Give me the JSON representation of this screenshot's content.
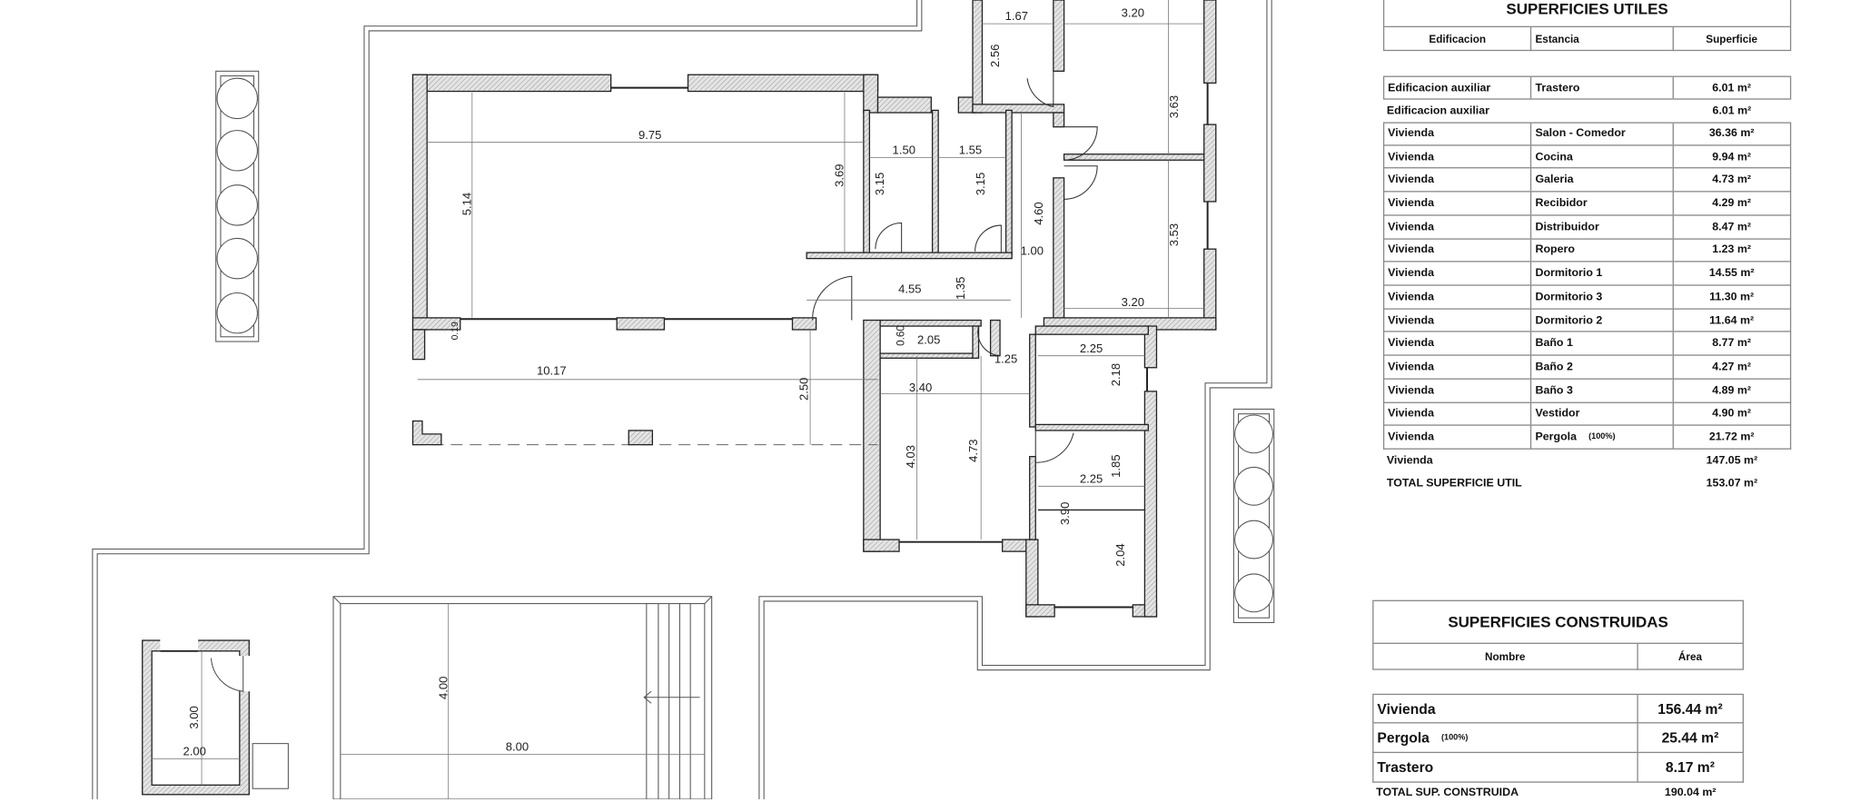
{
  "plan": {
    "dimensions": {
      "salon_width": "9.75",
      "salon_depth": "5.14",
      "salon_right": "3.69",
      "room_a_width": "1.50",
      "room_b_width": "1.55",
      "room_a_depth": "3.15",
      "room_b_depth": "3.15",
      "corridor_length": "4.60",
      "corridor_width": "1.00",
      "hall_width": "4.55",
      "hall_depth": "1.35",
      "wall_thickness": "0.19",
      "pergola_width": "10.17",
      "pergola_depth": "2.50",
      "bath_small_depth": "0.60",
      "bath_small_width": "2.05",
      "passage_width": "1.25",
      "bedroom3_width": "3.40",
      "bedroom3_depth": "4.03",
      "bedroom3_depth_total": "4.73",
      "bath_a_width": "2.25",
      "bath_a_depth": "2.18",
      "vestidor_depth": "1.85",
      "bath_b_width": "2.25",
      "room_c_depth_total": "3.90",
      "room_c_depth": "2.04",
      "top_room_width": "1.67",
      "top_room_depth": "2.56",
      "bedroom1_width": "3.20",
      "bedroom1_depth": "3.63",
      "bedroom2_depth": "3.53",
      "bedroom2_width": "3.20",
      "trastero_depth": "3.00",
      "trastero_width": "2.00",
      "pool_width": "4.00",
      "pool_length": "8.00"
    },
    "line_color": "#333333",
    "hatch_color": "#9a9a9a"
  },
  "useful_areas": {
    "title": "SUPERFICIES UTILES",
    "headers": [
      "Edificacion",
      "Estancia",
      "Superficie"
    ],
    "auxiliary_rows": [
      {
        "building": "Edificacion auxiliar",
        "room": "Trastero",
        "area": "6.01 m²"
      }
    ],
    "auxiliary_subtotal": {
      "building": "Edificacion auxiliar",
      "area": "6.01 m²"
    },
    "housing_rows": [
      {
        "building": "Vivienda",
        "room": "Salon - Comedor",
        "area": "36.36 m²"
      },
      {
        "building": "Vivienda",
        "room": "Cocina",
        "area": "9.94 m²"
      },
      {
        "building": "Vivienda",
        "room": "Galeria",
        "area": "4.73 m²"
      },
      {
        "building": "Vivienda",
        "room": "Recibidor",
        "area": "4.29 m²"
      },
      {
        "building": "Vivienda",
        "room": "Distribuidor",
        "area": "8.47 m²"
      },
      {
        "building": "Vivienda",
        "room": "Ropero",
        "area": "1.23 m²"
      },
      {
        "building": "Vivienda",
        "room": "Dormitorio 1",
        "area": "14.55 m²"
      },
      {
        "building": "Vivienda",
        "room": "Dormitorio 3",
        "area": "11.30 m²"
      },
      {
        "building": "Vivienda",
        "room": "Dormitorio 2",
        "area": "11.64 m²"
      },
      {
        "building": "Vivienda",
        "room": "Baño 1",
        "area": "8.77 m²"
      },
      {
        "building": "Vivienda",
        "room": "Baño 2",
        "area": "4.27 m²"
      },
      {
        "building": "Vivienda",
        "room": "Baño 3",
        "area": "4.89 m²"
      },
      {
        "building": "Vivienda",
        "room": "Vestidor",
        "area": "4.90 m²"
      },
      {
        "building": "Vivienda",
        "room": "Pergola",
        "note": "(100%)",
        "area": "21.72 m²"
      }
    ],
    "housing_subtotal": {
      "building": "Vivienda",
      "area": "147.05 m²"
    },
    "total": {
      "label": "TOTAL SUPERFICIE UTIL",
      "area": "153.07 m²"
    }
  },
  "built_areas": {
    "title": "SUPERFICIES CONSTRUIDAS",
    "headers": [
      "Nombre",
      "Área"
    ],
    "rows": [
      {
        "name": "Vivienda",
        "area": "156.44 m²"
      },
      {
        "name": "Pergola",
        "note": "(100%)",
        "area": "25.44 m²"
      },
      {
        "name": "Trastero",
        "area": "8.17 m²"
      }
    ],
    "total": {
      "label": "TOTAL SUP. CONSTRUIDA",
      "area": "190.04 m²"
    }
  }
}
